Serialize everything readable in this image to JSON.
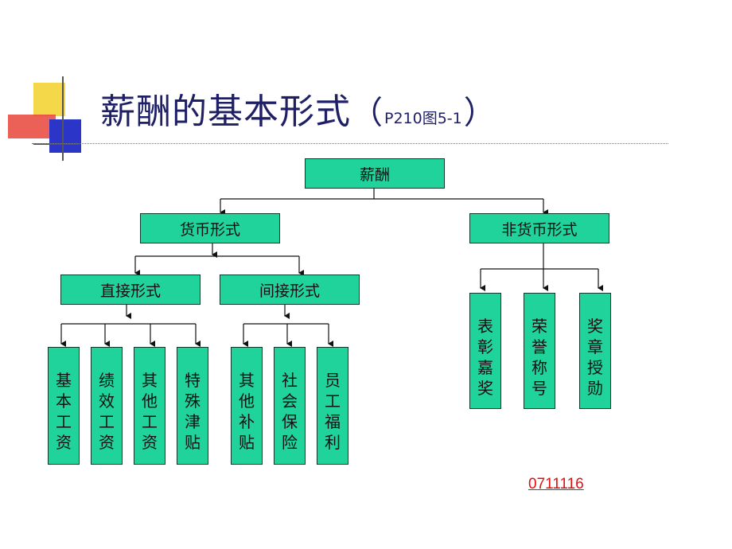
{
  "title": {
    "main": "薪酬的基本形式",
    "open_paren": "（",
    "ref": "P210图5-1",
    "close_paren": "）"
  },
  "colors": {
    "node_fill": "#1fd39a",
    "title_text": "#1f1f66",
    "link_text": "#e01010",
    "deco_yellow": "#f5d84a",
    "deco_blue": "#2b36c8",
    "deco_red": "#e8443a"
  },
  "diagram": {
    "root": "薪酬",
    "monetary": "货币形式",
    "non_monetary": "非货币形式",
    "direct": "直接形式",
    "indirect": "间接形式",
    "direct_items": [
      "基本工资",
      "绩效工资",
      "其他工资",
      "特殊津贴"
    ],
    "indirect_items": [
      "其他补贴",
      "社会保险",
      "员工福利"
    ],
    "non_monetary_items": [
      "表彰嘉奖",
      "荣誉称号",
      "奖章授勋"
    ]
  },
  "footer_link": "0711116"
}
